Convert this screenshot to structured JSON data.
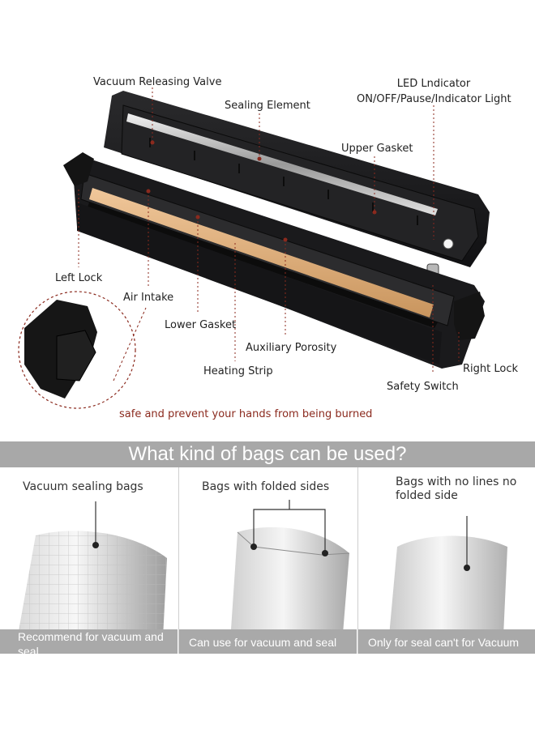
{
  "labels": {
    "vacuum_releasing_valve": "Vacuum Releasing Valve",
    "sealing_element": "Sealing Element",
    "led_indicator_line1": "LED Lndicator",
    "led_indicator_line2": "ON/OFF/Pause/Indicator Light",
    "upper_gasket": "Upper Gasket",
    "left_lock": "Left Lock",
    "air_intake": "Air Intake",
    "lower_gasket": "Lower Gasket",
    "auxiliary_porosity": "Auxiliary Porosity",
    "heating_strip": "Heating Strip",
    "right_lock": "Right Lock",
    "safety_switch": "Safety Switch"
  },
  "safety_note": "safe and prevent your hands from being burned",
  "bags_section": {
    "heading": "What kind of bags can be used?",
    "panels": [
      {
        "title": "Vacuum sealing bags",
        "caption": "Recommend for vacuum and seal"
      },
      {
        "title": "Bags with folded sides",
        "caption": "Can use for vacuum and seal"
      },
      {
        "title_line1": "Bags with no lines no",
        "title_line2": "folded side",
        "caption": "Only for seal can't for Vacuum"
      }
    ]
  },
  "colors": {
    "banner": "#a8a8a8",
    "caption_bar": "#a9a9a9",
    "note_text": "#8b2a1e",
    "device_body": "#1c1c1e",
    "leader_line": "#8b2a1e"
  }
}
